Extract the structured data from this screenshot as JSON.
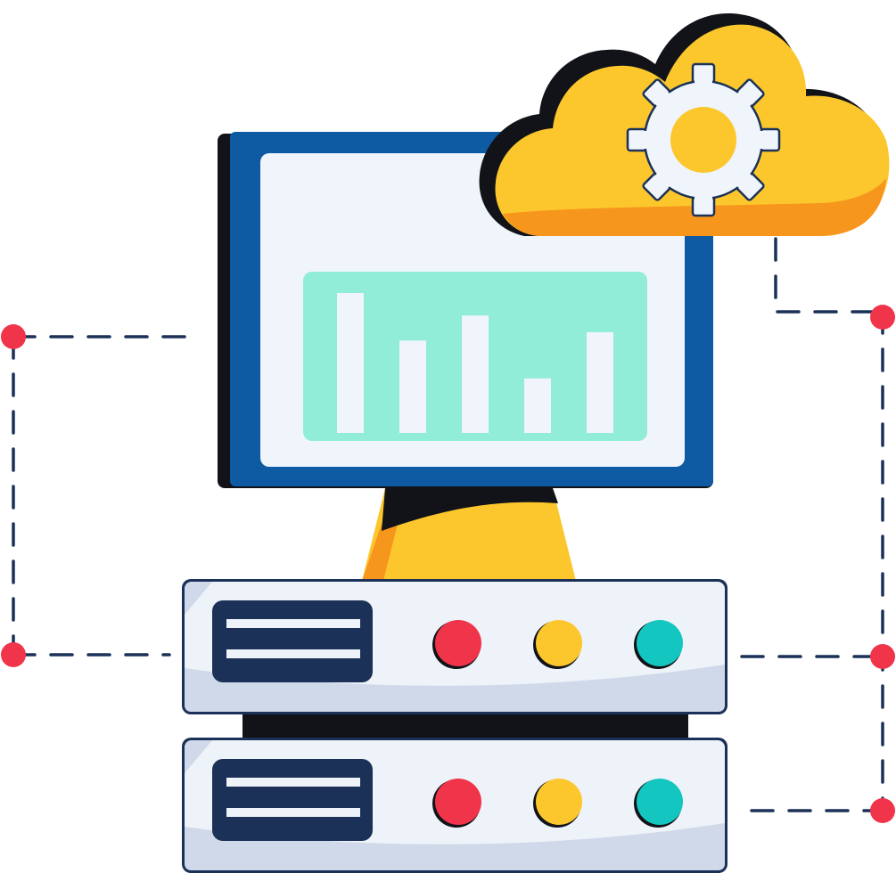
{
  "illustration": {
    "subject": "cloud-server-monitor",
    "icons": [
      "cloud-gear-icon",
      "monitor-icon",
      "bar-chart-icon",
      "server-rack-icon",
      "network-node-icon"
    ],
    "monitor_chart_levels": [
      1.0,
      0.66,
      0.84,
      0.39,
      0.72
    ],
    "server_units": [
      {
        "lights": [
          "#f0344a",
          "#fcc72c",
          "#14c6c0"
        ]
      },
      {
        "lights": [
          "#f0344a",
          "#fcc72c",
          "#14c6c0"
        ]
      }
    ],
    "colors": {
      "navy": "#1b3158",
      "monitor_frame": "#0e5aa3",
      "screen": "#f0f5fb",
      "chart_panel": "#92edd8",
      "cloud_yellow": "#fcc72c",
      "cloud_orange": "#f7961d",
      "server_body": "#eef2f9",
      "server_shade": "#cfd9ea",
      "node_red": "#f0344a"
    }
  }
}
